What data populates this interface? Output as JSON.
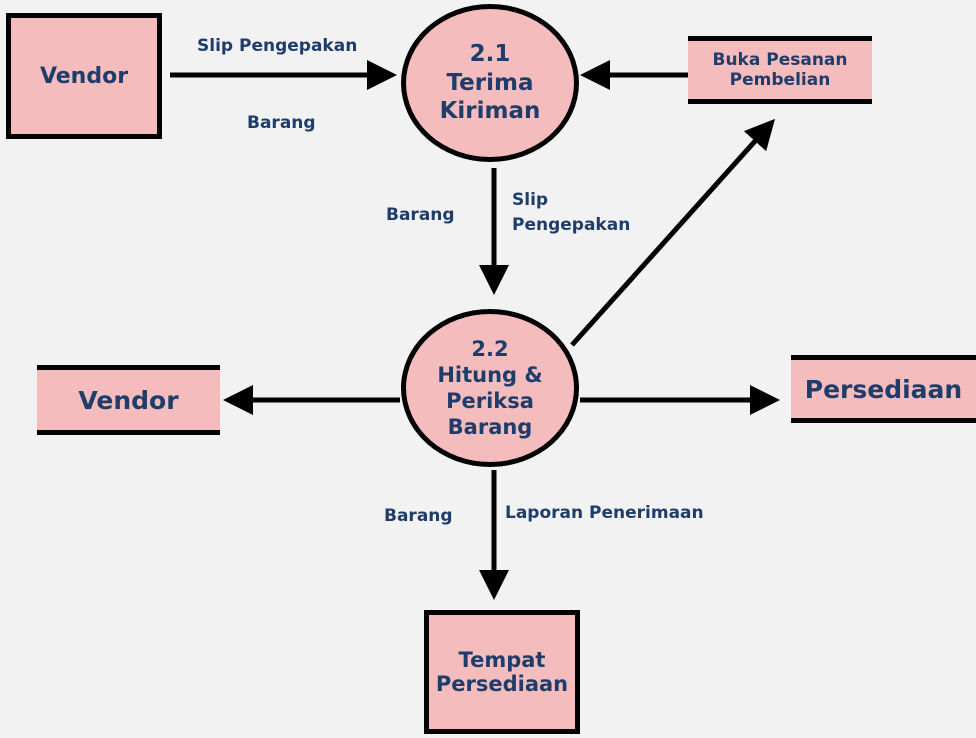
{
  "colors": {
    "fill": "#f4bcbc",
    "text": "#1f3d6b",
    "stroke": "#000000",
    "background": "#f2f2f2"
  },
  "entities": {
    "vendor_source": "Vendor",
    "tempat_persediaan": {
      "line1": "Tempat",
      "line2": "Persediaan"
    }
  },
  "stores": {
    "buka_pesanan": {
      "line1": "Buka Pesanan",
      "line2": "Pembelian"
    },
    "vendor": "Vendor",
    "persediaan": "Persediaan"
  },
  "processes": {
    "p21": {
      "id": "2.1",
      "line1": "Terima",
      "line2": "Kiriman"
    },
    "p22": {
      "id": "2.2",
      "line1": "Hitung &",
      "line2": "Periksa",
      "line3": "Barang"
    }
  },
  "flows": {
    "slip_pengepakan_top": "Slip Pengepakan",
    "barang_top": "Barang",
    "barang_mid": "Barang",
    "slip_mid": {
      "line1": "Slip",
      "line2": "Pengepakan"
    },
    "barang_bottom": "Barang",
    "laporan_penerimaan": "Laporan Penerimaan"
  }
}
